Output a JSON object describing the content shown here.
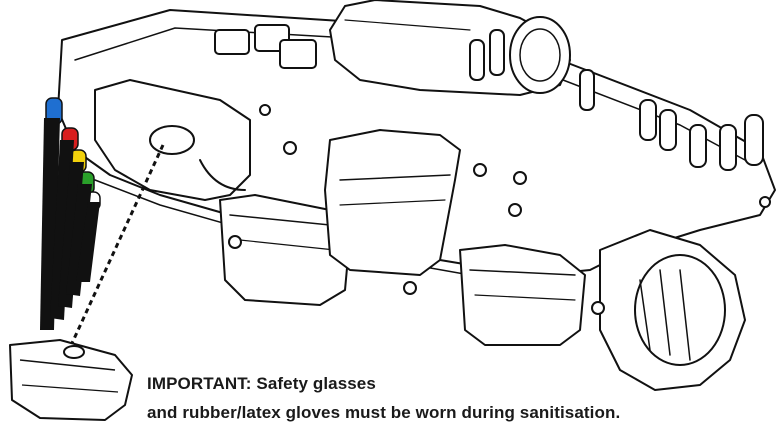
{
  "diagram": {
    "subject": "pump-manifold-assembly",
    "tube_colors": [
      "#1f6fd1",
      "#d81e1e",
      "#f2d10c",
      "#2aa02a",
      "#111111"
    ],
    "line_color": "#111111"
  },
  "warning": {
    "line1": "IMPORTANT: Safety glasses",
    "line2": "and rubber/latex gloves must be worn during sanitisation."
  }
}
